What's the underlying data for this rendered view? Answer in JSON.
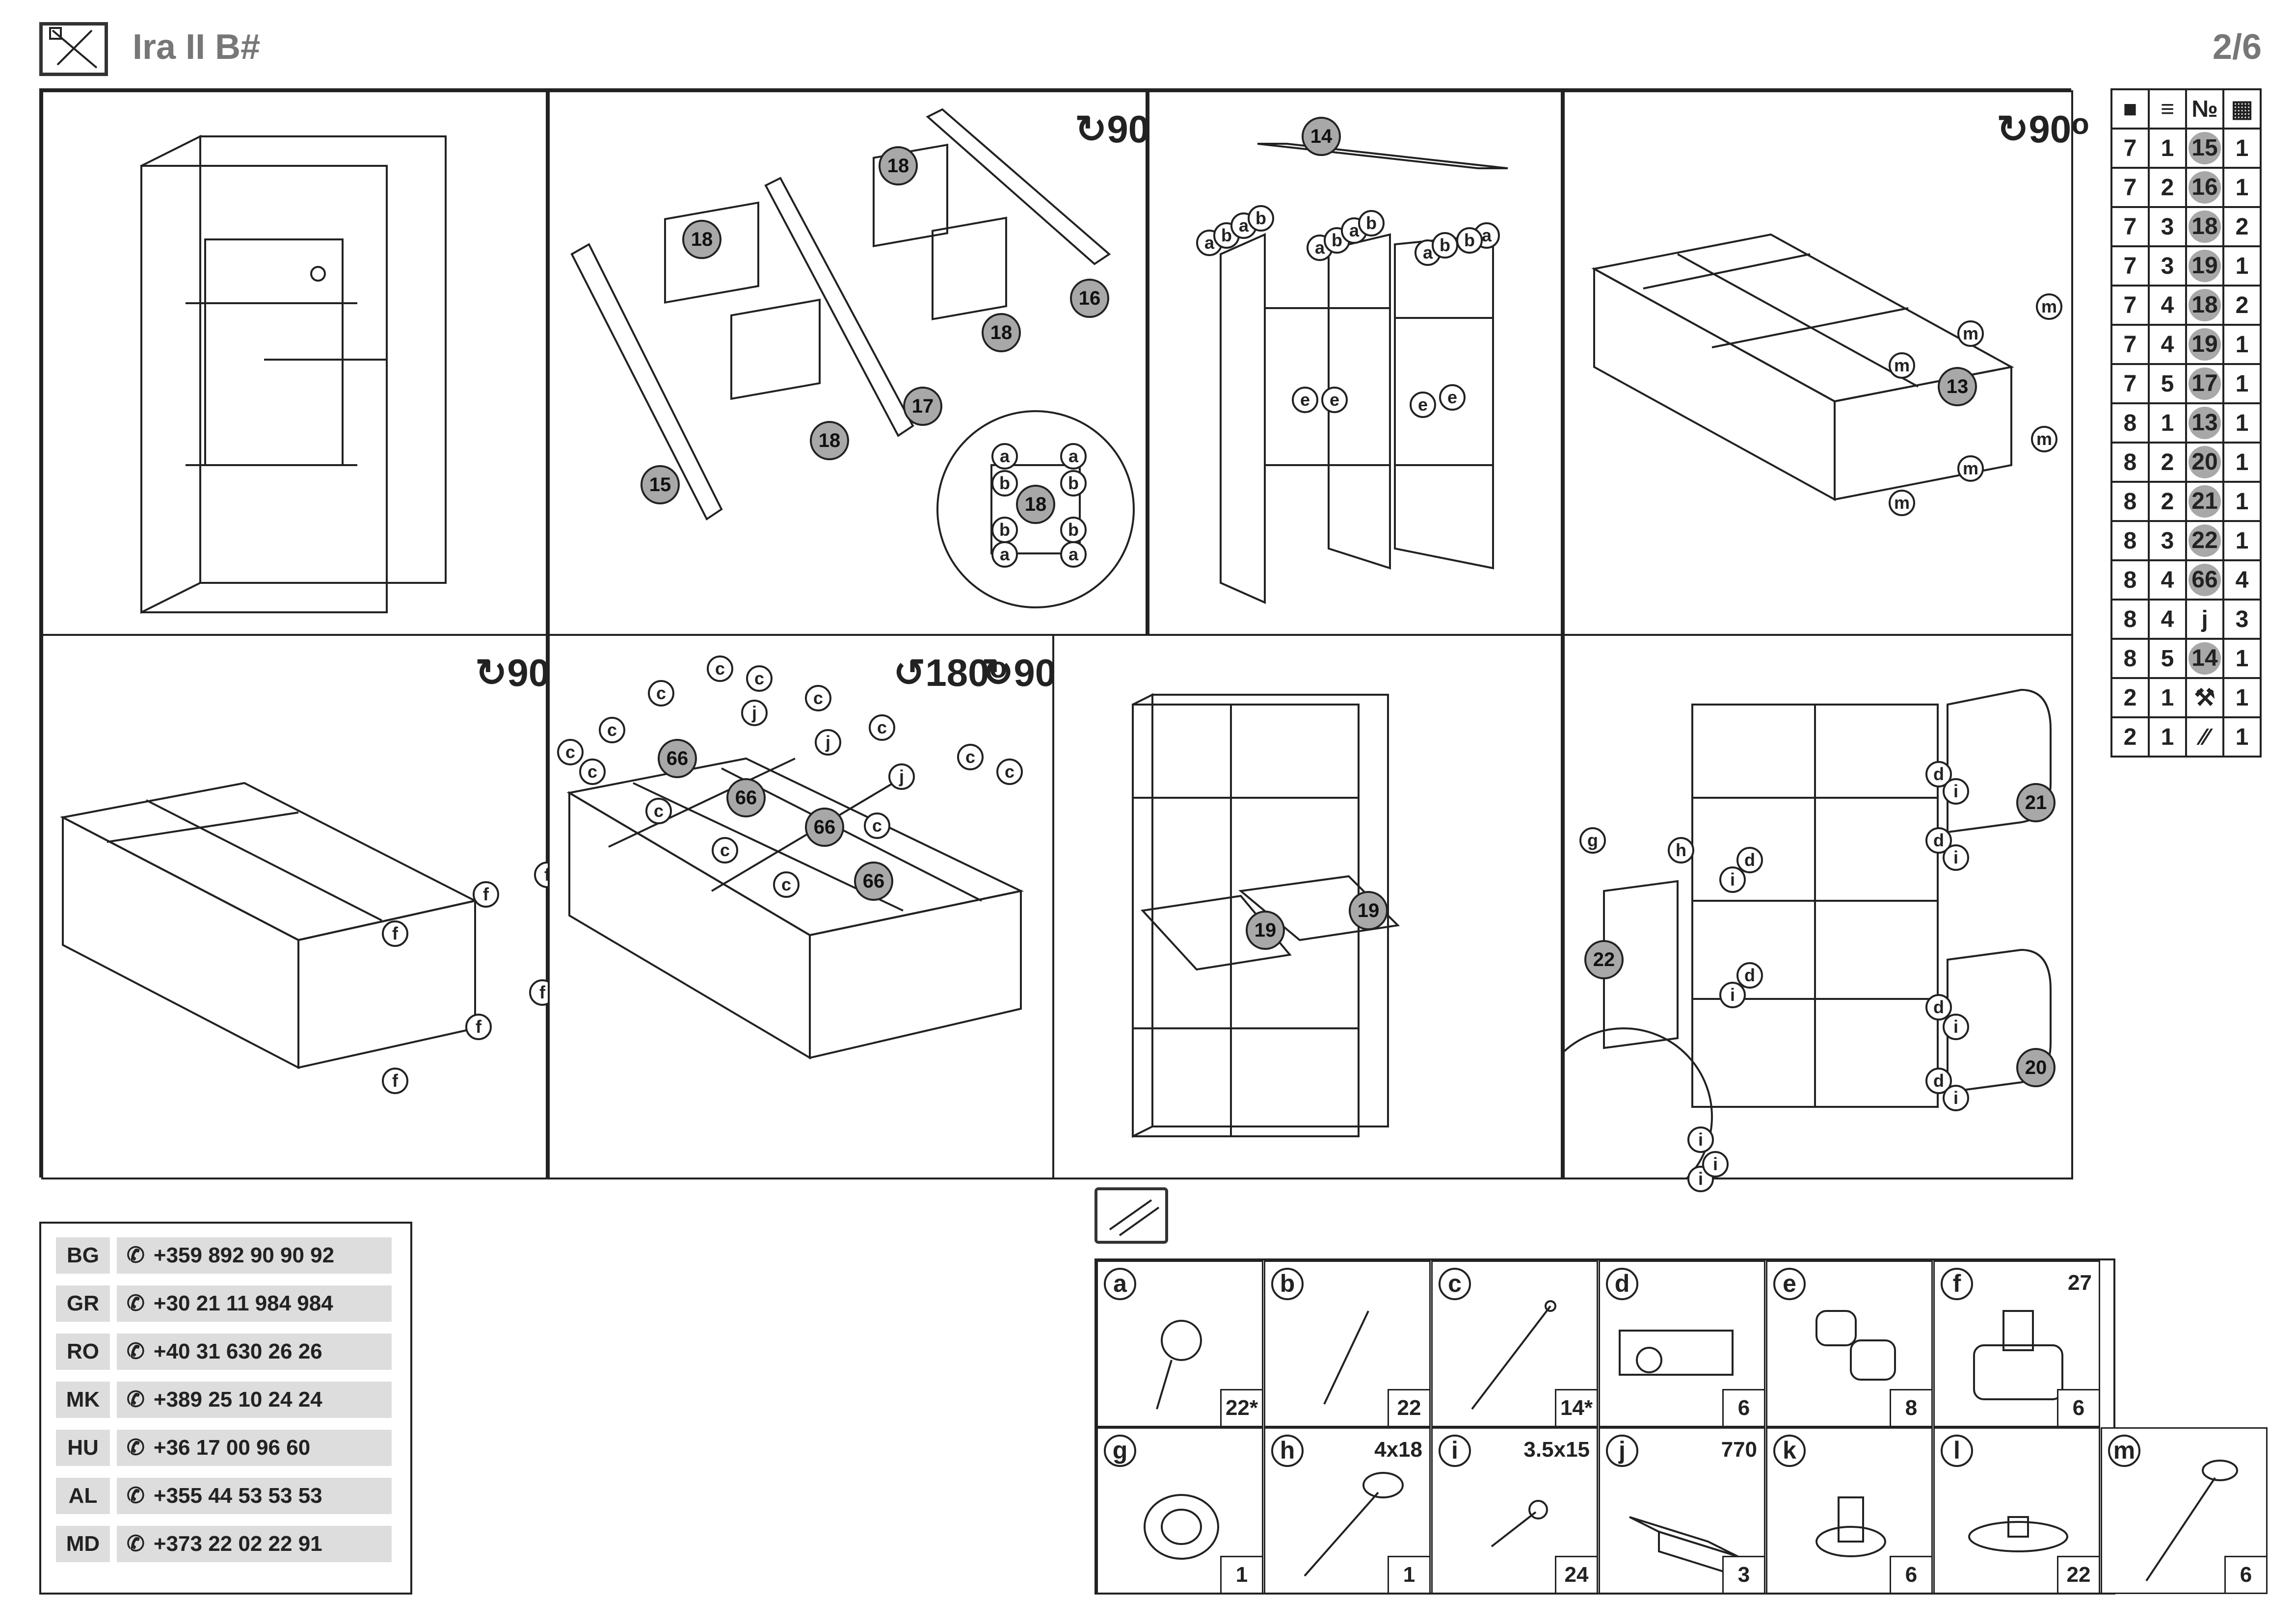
{
  "header": {
    "title": "Ira II B#",
    "page": "2/6"
  },
  "rotations": {
    "p2": "90",
    "p4": "90",
    "p5": "90",
    "p6a": "180",
    "p6b": "90"
  },
  "parts_table": {
    "headers": [
      "box-icon",
      "stack-icon",
      "№",
      "qty-icon"
    ],
    "rows": [
      [
        "7",
        "1",
        "15",
        "1"
      ],
      [
        "7",
        "2",
        "16",
        "1"
      ],
      [
        "7",
        "3",
        "18",
        "2"
      ],
      [
        "7",
        "3",
        "19",
        "1"
      ],
      [
        "7",
        "4",
        "18",
        "2"
      ],
      [
        "7",
        "4",
        "19",
        "1"
      ],
      [
        "7",
        "5",
        "17",
        "1"
      ],
      [
        "8",
        "1",
        "13",
        "1"
      ],
      [
        "8",
        "2",
        "20",
        "1"
      ],
      [
        "8",
        "2",
        "21",
        "1"
      ],
      [
        "8",
        "3",
        "22",
        "1"
      ],
      [
        "8",
        "4",
        "66",
        "4"
      ],
      [
        "8",
        "4",
        "j",
        "3"
      ],
      [
        "8",
        "5",
        "14",
        "1"
      ],
      [
        "2",
        "1",
        "tools-icon",
        "1"
      ],
      [
        "2",
        "1",
        "hardware-icon",
        "1"
      ]
    ]
  },
  "phones": [
    {
      "code": "BG",
      "number": "+359 892 90 90 92"
    },
    {
      "code": "GR",
      "number": "+30 21 11 984 984"
    },
    {
      "code": "RO",
      "number": "+40 31 630 26 26"
    },
    {
      "code": "MK",
      "number": "+389 25 10 24 24"
    },
    {
      "code": "HU",
      "number": "+36 17 00 96 60"
    },
    {
      "code": "AL",
      "number": "+355 44 53 53 53"
    },
    {
      "code": "MD",
      "number": "+373 22 02 22 91"
    }
  ],
  "hardware": [
    {
      "letter": "a",
      "qty": "22*",
      "size": ""
    },
    {
      "letter": "b",
      "qty": "22",
      "size": ""
    },
    {
      "letter": "c",
      "qty": "14*",
      "size": ""
    },
    {
      "letter": "d",
      "qty": "6",
      "size": ""
    },
    {
      "letter": "e",
      "qty": "8",
      "size": ""
    },
    {
      "letter": "f",
      "qty": "6",
      "size": "27"
    },
    {
      "letter": "g",
      "qty": "1",
      "size": ""
    },
    {
      "letter": "h",
      "qty": "1",
      "size": "4x18"
    },
    {
      "letter": "i",
      "qty": "24",
      "size": "3.5x15"
    },
    {
      "letter": "j",
      "qty": "3",
      "size": "770"
    },
    {
      "letter": "k",
      "qty": "6",
      "size": ""
    },
    {
      "letter": "l",
      "qty": "22",
      "size": ""
    },
    {
      "letter": "m",
      "qty": "6",
      "size": ""
    }
  ],
  "callouts": {
    "p2": [
      "18",
      "18",
      "18",
      "18",
      "16",
      "17",
      "15",
      "18"
    ],
    "p3": [
      "14"
    ],
    "p4": [
      "13"
    ],
    "p6": [
      "66",
      "66",
      "66",
      "66"
    ],
    "p7": [
      "19",
      "19"
    ],
    "p8": [
      "21",
      "22",
      "20"
    ]
  },
  "letters": {
    "p2": [
      "a",
      "a",
      "b",
      "b",
      "b",
      "b",
      "a",
      "a"
    ],
    "p3": [
      "a",
      "b",
      "a",
      "b",
      "a",
      "b",
      "a",
      "b",
      "a",
      "b",
      "a",
      "b",
      "e",
      "e",
      "e",
      "e"
    ],
    "p4": [
      "m",
      "m",
      "m",
      "m",
      "m",
      "m"
    ],
    "p5": [
      "f",
      "f",
      "f",
      "f",
      "f",
      "f"
    ],
    "p6": [
      "c",
      "c",
      "c",
      "c",
      "c",
      "c",
      "c",
      "c",
      "c",
      "c",
      "c",
      "c",
      "c",
      "c",
      "j",
      "j",
      "j"
    ],
    "p8": [
      "g",
      "h",
      "d",
      "i",
      "d",
      "i",
      "d",
      "i",
      "d",
      "i",
      "d",
      "i",
      "d",
      "i",
      "i",
      "i",
      "i"
    ]
  }
}
